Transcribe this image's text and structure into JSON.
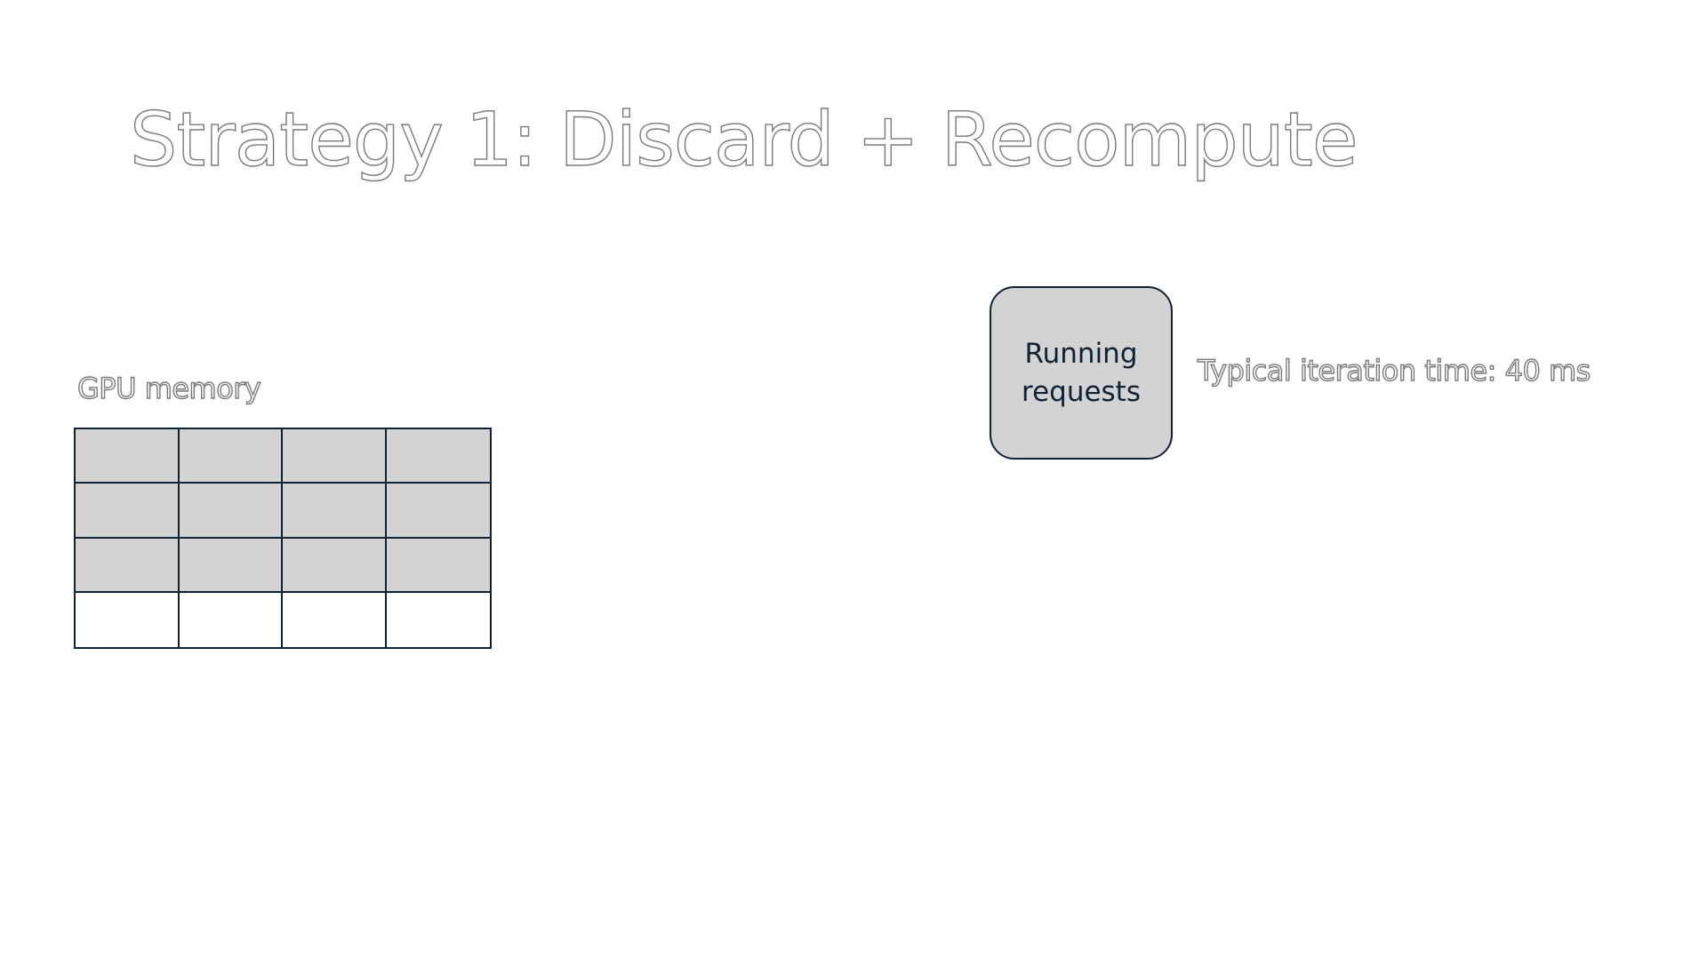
{
  "title": "Strategy 1: Discard + Recompute",
  "gpu_memory": {
    "label": "GPU memory",
    "rows": 4,
    "cols": 4,
    "used_rows": 3,
    "colors": {
      "used": "#d3d3d3",
      "free": "#ffffff",
      "border": "#0e2236"
    }
  },
  "running_requests": {
    "label": "Running requests",
    "fill": "#d3d3d3",
    "border": "#0e2236"
  },
  "iteration": {
    "label": "Typical iteration time: 40 ms"
  }
}
